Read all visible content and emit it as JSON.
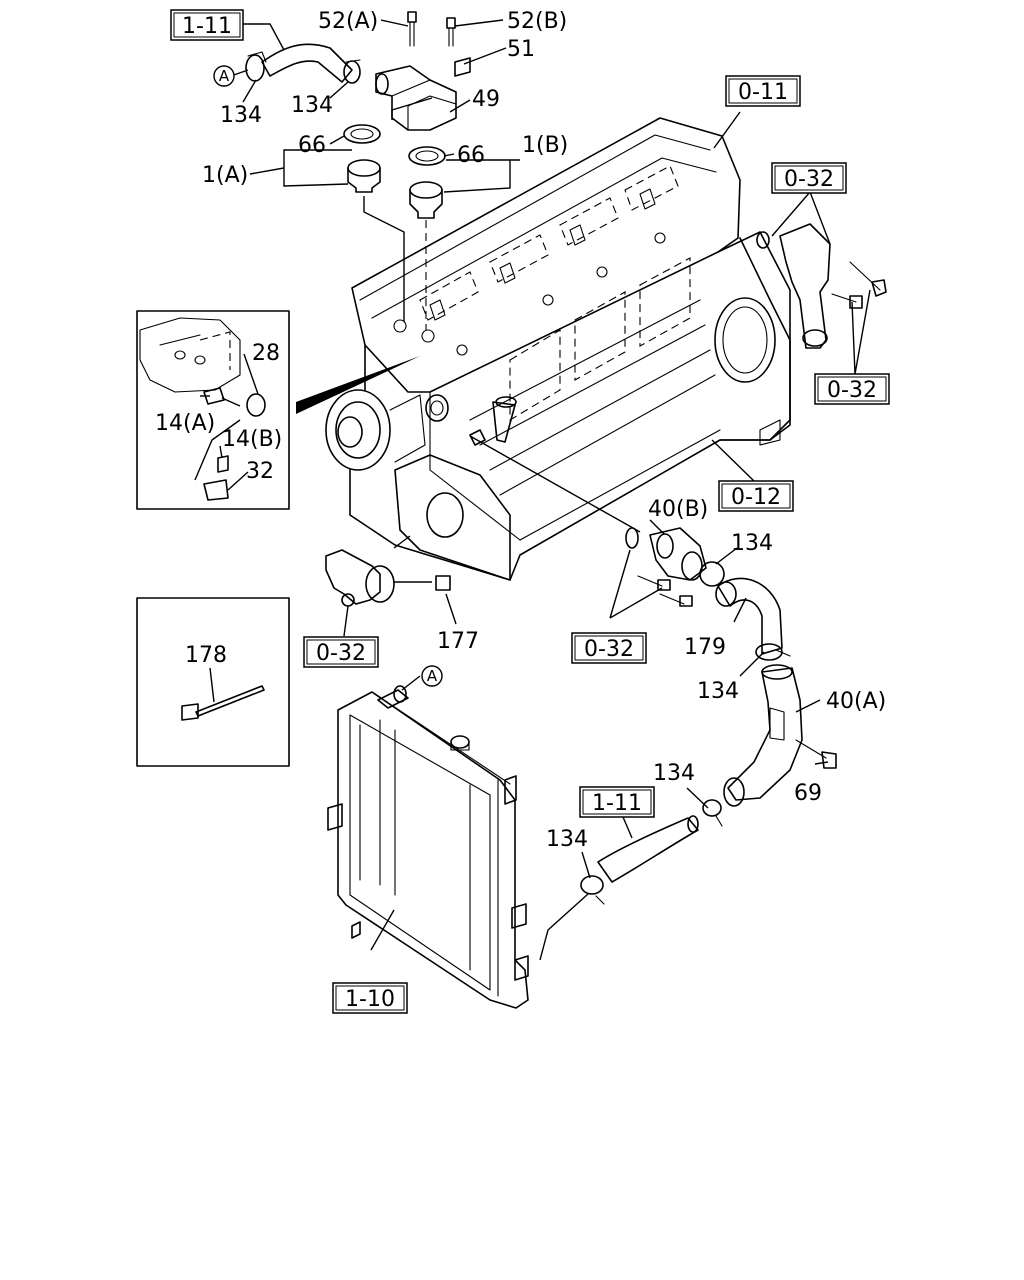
{
  "callouts": {
    "p52a": "52(A)",
    "p52b": "52(B)",
    "p51": "51",
    "p49": "49",
    "p134_top_left": "134",
    "p134_top_mid": "134",
    "p66_left": "66",
    "p66_right": "66",
    "p1a": "1(A)",
    "p1b": "1(B)",
    "p28": "28",
    "p14a": "14(A)",
    "p14b": "14(B)",
    "p32": "32",
    "p40b": "40(B)",
    "p134_elbow": "134",
    "p179": "179",
    "p134_lower": "134",
    "p40a": "40(A)",
    "p69": "69",
    "p134_hose_top": "134",
    "p134_hose_bottom": "134",
    "p177": "177",
    "p178": "178",
    "circle_a_top": "A",
    "circle_a_radiator": "A"
  },
  "references": {
    "ref_1_11_top": "1-11",
    "ref_0_11": "0-11",
    "ref_0_32_upper_right": "0-32",
    "ref_0_32_right": "0-32",
    "ref_0_12": "0-12",
    "ref_0_32_mount": "0-32",
    "ref_0_32_outlet": "0-32",
    "ref_1_11_lower": "1-11",
    "ref_1_10": "1-10"
  }
}
